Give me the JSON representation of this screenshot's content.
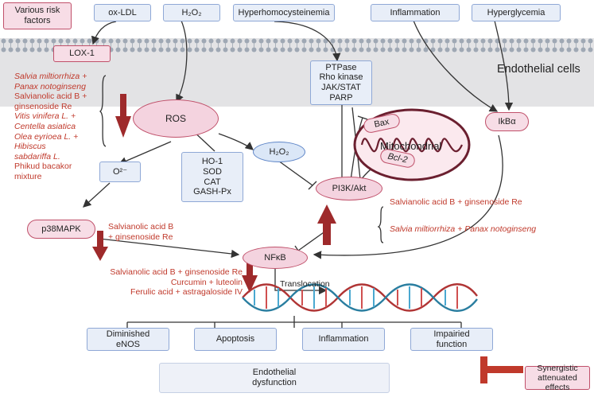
{
  "inputs": {
    "risk_factors": "Various risk factors",
    "ox_ldl": "ox-LDL",
    "h2o2_top": "H₂O₂",
    "hyperhomocysteinemia": "Hyperhomocysteinemia",
    "inflammation": "Inflammation",
    "hyperglycemia": "Hyperglycemia"
  },
  "cell_label": "Endothelial cells",
  "lox1": "LOX-1",
  "kinases": [
    "PTPase",
    "Rho kinase",
    "JAK/STAT",
    "PARP"
  ],
  "ros": "ROS",
  "h2o2_mid": "H₂O₂",
  "superoxide": "O²⁻",
  "antioxidants": [
    "HO-1",
    "SOD",
    "CAT",
    "GASH-Px"
  ],
  "p38": "p38MAPK",
  "nfkb": "NFκB",
  "pi3k": "PI3K/Akt",
  "ikba": "IkBα",
  "bax": "Bax",
  "bcl2": "Bcl-2",
  "mitochondria": "Mitochondrial",
  "left_herbs": [
    "Salvia miltiorrhiza +",
    "Panax notoginseng",
    "Salvianolic acid B +",
    "ginsenoside Re",
    "Vitis vinifera L. +",
    "Centella asiatica",
    "Olea eyrioea L. +",
    "Hibiscus",
    "sabdariffa L.",
    "Phikud bacakor",
    "mixture"
  ],
  "p38_herbs": [
    "Salvianolic acid B",
    "+ ginsenoside Re"
  ],
  "pi3k_herbs": [
    "Salvianolic acid B + ginsenoside Re",
    "Salvia miltiorrhiza + Panax notoginseng"
  ],
  "nfkb_herbs": [
    "Salvianolic acid B + ginsenoside Re",
    "Curcumin + luteolin",
    "Ferulic acid + astragaloside IV"
  ],
  "translocation": "Translocation",
  "outcomes": [
    "Diminished eNOS",
    "Apoptosis",
    "Inflammation",
    "Impairied function"
  ],
  "dysfunction": "Endothelial dysfunction",
  "synergy": "Synergistic attenuated effects",
  "colors": {
    "red": "#c0392b",
    "arrow_red": "#9e2a2b",
    "blue_border": "#8fa8d6",
    "pink_border": "#c0506a"
  }
}
